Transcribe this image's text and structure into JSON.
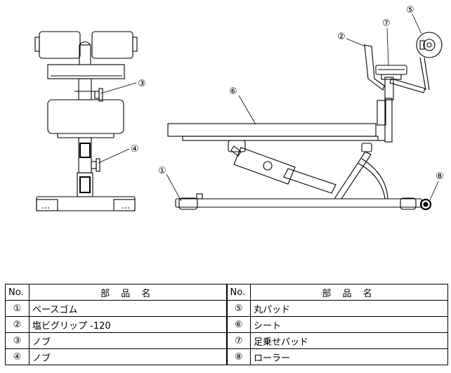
{
  "callouts": {
    "c1": "①",
    "c2": "②",
    "c3": "③",
    "c4": "④",
    "c5": "⑤",
    "c6": "⑥",
    "c7": "⑦",
    "c8": "⑧"
  },
  "table": {
    "no_header": "No.",
    "name_header": "部 品 名",
    "left_rows": [
      {
        "no": "①",
        "name": "ベースゴム"
      },
      {
        "no": "②",
        "name": "塩ビグリップ -120"
      },
      {
        "no": "③",
        "name": "ノブ"
      },
      {
        "no": "④",
        "name": "ノブ"
      }
    ],
    "right_rows": [
      {
        "no": "⑤",
        "name": "丸パッド"
      },
      {
        "no": "⑥",
        "name": "シート"
      },
      {
        "no": "⑦",
        "name": "足乗せパッド"
      },
      {
        "no": "⑧",
        "name": "ローラー"
      }
    ]
  }
}
